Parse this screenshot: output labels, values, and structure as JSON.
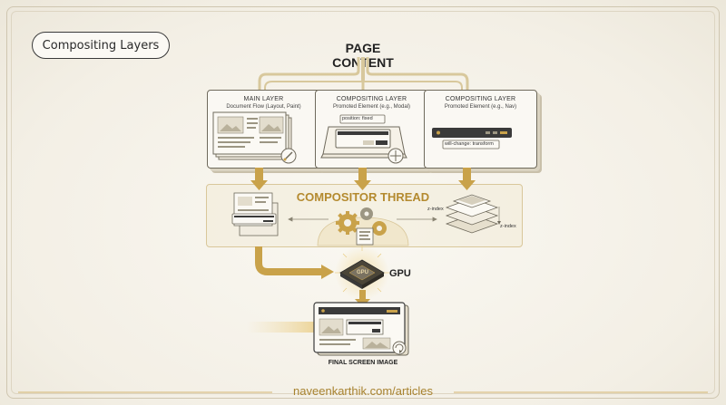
{
  "title": "Compositing Layers",
  "page_content": "PAGE CONTENT",
  "main_layer": {
    "title": "MAIN LAYER",
    "subtitle": "Document Flow (Layout, Paint)"
  },
  "modal_layer": {
    "title": "COMPOSITING LAYER",
    "subtitle": "Promoted Element (e.g., Modal)",
    "tag": "position: fixed"
  },
  "nav_layer": {
    "title": "COMPOSITING LAYER",
    "subtitle": "Promoted Element (e.g., Nav)",
    "tag": "will-change: transform"
  },
  "compositor": {
    "title": "COMPOSITOR THREAD",
    "zindex_a": "z-index",
    "zindex_b": "z-index"
  },
  "gpu": {
    "label": "GPU",
    "chip": "GPU"
  },
  "final": {
    "label": "FINAL SCREEN IMAGE"
  },
  "footer": "naveenkarthik.com/articles",
  "colors": {
    "accent": "#c9a24a",
    "accent_dark": "#b48a2f",
    "ink": "#2a2a2a",
    "paper": "#f4f1e9"
  }
}
